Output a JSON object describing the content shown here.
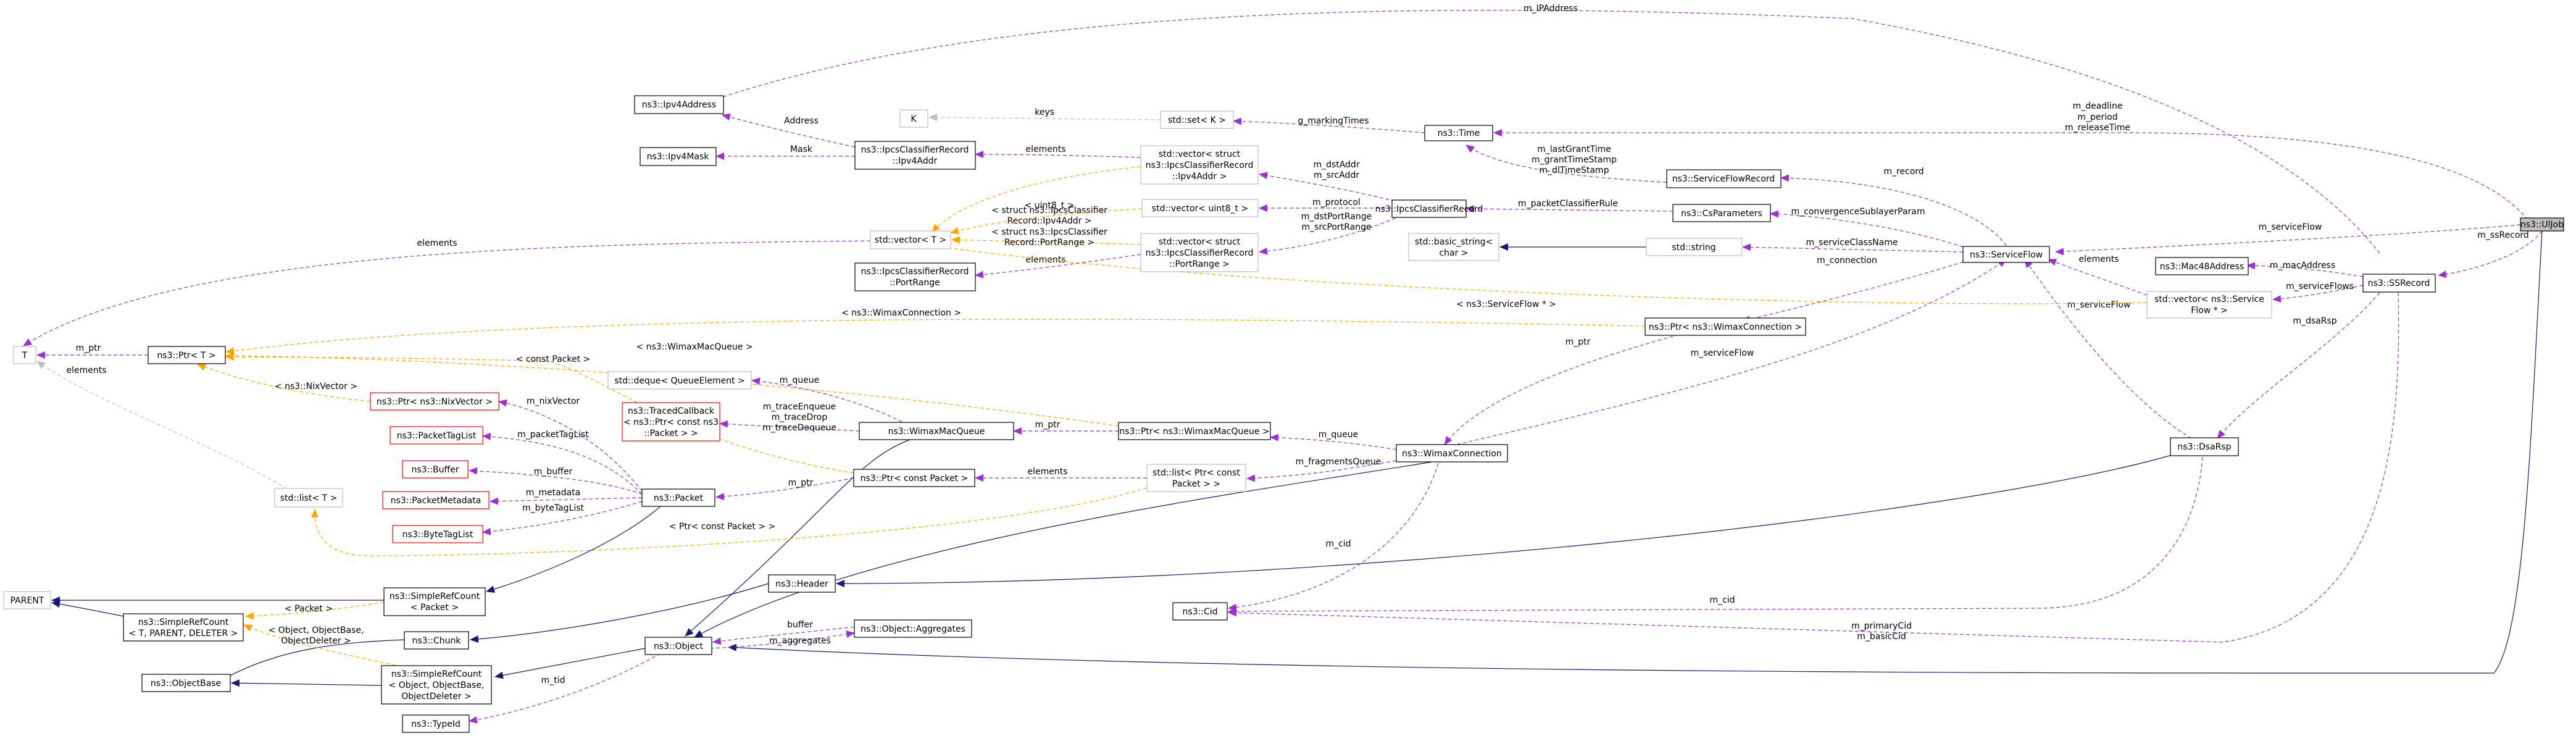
{
  "nodes": {
    "ulpb": "ns3::UlJob",
    "ssrecord": "ns3::SSRecord",
    "mac48": "ns3::Mac48Address",
    "vecflow": [
      "std::vector< ns3::Service",
      "Flow * >"
    ],
    "serviceflow": "ns3::ServiceFlow",
    "dsarsp": "ns3::DsaRsp",
    "sfrecord": "ns3::ServiceFlowRecord",
    "csparams": "ns3::CsParameters",
    "stdstring": "std::string",
    "basicstring": [
      "std::basic_string<",
      "char >"
    ],
    "time": "ns3::Time",
    "setk": "std::set< K >",
    "k": "K",
    "ipv4address": "ns3::Ipv4Address",
    "ipv4mask": "ns3::Ipv4Mask",
    "ipcsaddr": [
      "ns3::IpcsClassifierRecord",
      "::Ipv4Addr"
    ],
    "vecaddr": [
      "std::vector< struct",
      "ns3::IpcsClassifierRecord",
      "::Ipv4Addr >"
    ],
    "ipcsrec": "ns3::IpcsClassifierRecord",
    "vecuint8": "std::vector< uint8_t >",
    "vecport": [
      "std::vector< struct",
      "ns3::IpcsClassifierRecord",
      "::PortRange >"
    ],
    "stdvectort": "std::vector< T >",
    "portrange": [
      "ns3::IpcsClassifierRecord",
      "::PortRange"
    ],
    "t": "T",
    "ptrt": "ns3::Ptr< T >",
    "ptrwimaxconn": "ns3::Ptr< ns3::WimaxConnection >",
    "ptrnix": "ns3::Ptr< ns3::NixVector >",
    "packettaglist": "ns3::PacketTagList",
    "buffer": "ns3::Buffer",
    "packetmetadata": "ns3::PacketMetadata",
    "bytetaglist": "ns3::ByteTagList",
    "stdlistt": "std::list< T >",
    "dequeq": "std::deque< QueueElement >",
    "tracedcb": [
      "ns3::TracedCallback",
      "< ns3::Ptr< const ns3",
      "::Packet > >"
    ],
    "packet": "ns3::Packet",
    "wimaxmacqueue": "ns3::WimaxMacQueue",
    "ptrqueue": "ns3::Ptr< ns3::WimaxMacQueue >",
    "ptrconstpacket": "ns3::Ptr< const Packet >",
    "listptr": [
      "std::list< Ptr< const",
      "Packet > >"
    ],
    "wimaxconn": "ns3::WimaxConnection",
    "cid": "ns3::Cid",
    "header": "ns3::Header",
    "parent": "PARENT",
    "simplerefpacket": [
      "ns3::SimpleRefCount",
      "< Packet >"
    ],
    "simplereftp": [
      "ns3::SimpleRefCount",
      "< T, PARENT, DELETER >"
    ],
    "chunk": "ns3::Chunk",
    "objectbase": "ns3::ObjectBase",
    "simplerefobj": [
      "ns3::SimpleRefCount",
      "< Object, ObjectBase,",
      "ObjectDeleter >"
    ],
    "object": "ns3::Object",
    "aggregates": "ns3::Object::Aggregates",
    "typeid": "ns3::TypeId"
  },
  "edge_labels": {
    "m_ipaddress": "m_IPAddress",
    "m_deadline": [
      "m_deadline",
      "m_period",
      "m_releaseTime"
    ],
    "m_serviceflow_ulpb": "m_serviceFlow",
    "m_ssrecord": "m_ssRecord",
    "m_macaddress": "m_macAddress",
    "m_serviceflows": "m_serviceFlows",
    "m_dsarsp": "m_dsaRsp",
    "elements_vecflow": "elements",
    "m_record": "m_record",
    "m_convergence": "m_convergenceSublayerParam",
    "m_serviceclassname": "m_serviceClassName",
    "m_connection": "m_connection",
    "m_serviceflow_dsarsp": "m_serviceFlow",
    "m_lastgrant": [
      "m_lastGrantTime",
      "m_grantTimeStamp",
      "m_dlTimeStamp"
    ],
    "g_markingtimes": "g_markingTimes",
    "keys": "keys",
    "address": "Address",
    "mask": "Mask",
    "elements_vecaddr": "elements",
    "m_dstaddr": [
      "m_dstAddr",
      "m_srcAddr"
    ],
    "m_protocol": "m_protocol",
    "m_dstport": [
      "m_dstPortRange",
      "m_srcPortRange"
    ],
    "m_packetclassifier": "m_packetClassifierRule",
    "tmpl_ipv4addr": [
      "< struct ns3::IpcsClassifier",
      "Record::Ipv4Addr >"
    ],
    "tmpl_uint8": "< uint8_t >",
    "tmpl_portrange": [
      "< struct ns3::IpcsClassifier",
      "Record::PortRange >"
    ],
    "elements_portrange": "elements",
    "elements_t": "elements",
    "tmpl_serviceflow": "< ns3::ServiceFlow * >",
    "tmpl_wimaxconn": "< ns3::WimaxConnection >",
    "m_ptr_t": "m_ptr",
    "m_ptr_conn": "m_ptr",
    "m_serviceflow_conn": "m_serviceFlow",
    "tmpl_const_packet": "< const Packet >",
    "tmpl_wimaxmacqueue": "< ns3::WimaxMacQueue >",
    "tmpl_nixvector": "< ns3::NixVector >",
    "m_nixvector": "m_nixVector",
    "m_packettaglist": "m_packetTagList",
    "m_buffer": "m_buffer",
    "m_metadata": "m_metadata",
    "m_bytetaglist": "m_byteTagList",
    "elements_list": "elements",
    "tmpl_ptr_const_packet": "< Ptr< const Packet > >",
    "m_queue_deque": "m_queue",
    "m_trace": [
      "m_traceEnqueue",
      "m_traceDrop",
      "m_traceDequeue"
    ],
    "m_ptr_queue": "m_ptr",
    "m_queue_conn": "m_queue",
    "m_ptr_packet": "m_ptr",
    "elements_listptr": "elements",
    "m_fragmentsqueue": "m_fragmentsQueue",
    "m_cid_conn": "m_cid",
    "m_cid_dsarsp": "m_cid",
    "m_primarycid": [
      "m_primaryCid",
      "m_basicCid"
    ],
    "tmpl_packet": "< Packet >",
    "tmpl_object": [
      "< Object, ObjectBase,",
      "ObjectDeleter >"
    ],
    "buffer": "buffer",
    "m_aggregates": "m_aggregates",
    "m_tid": "m_tid"
  },
  "colors": {
    "inheritance": "#191970",
    "usage": "#9a32cd",
    "template": "#ffa500",
    "undocumented": "#bfbfbf",
    "highlighted_node": "#bfbfbf",
    "missing_node_border": "#ff0000"
  }
}
